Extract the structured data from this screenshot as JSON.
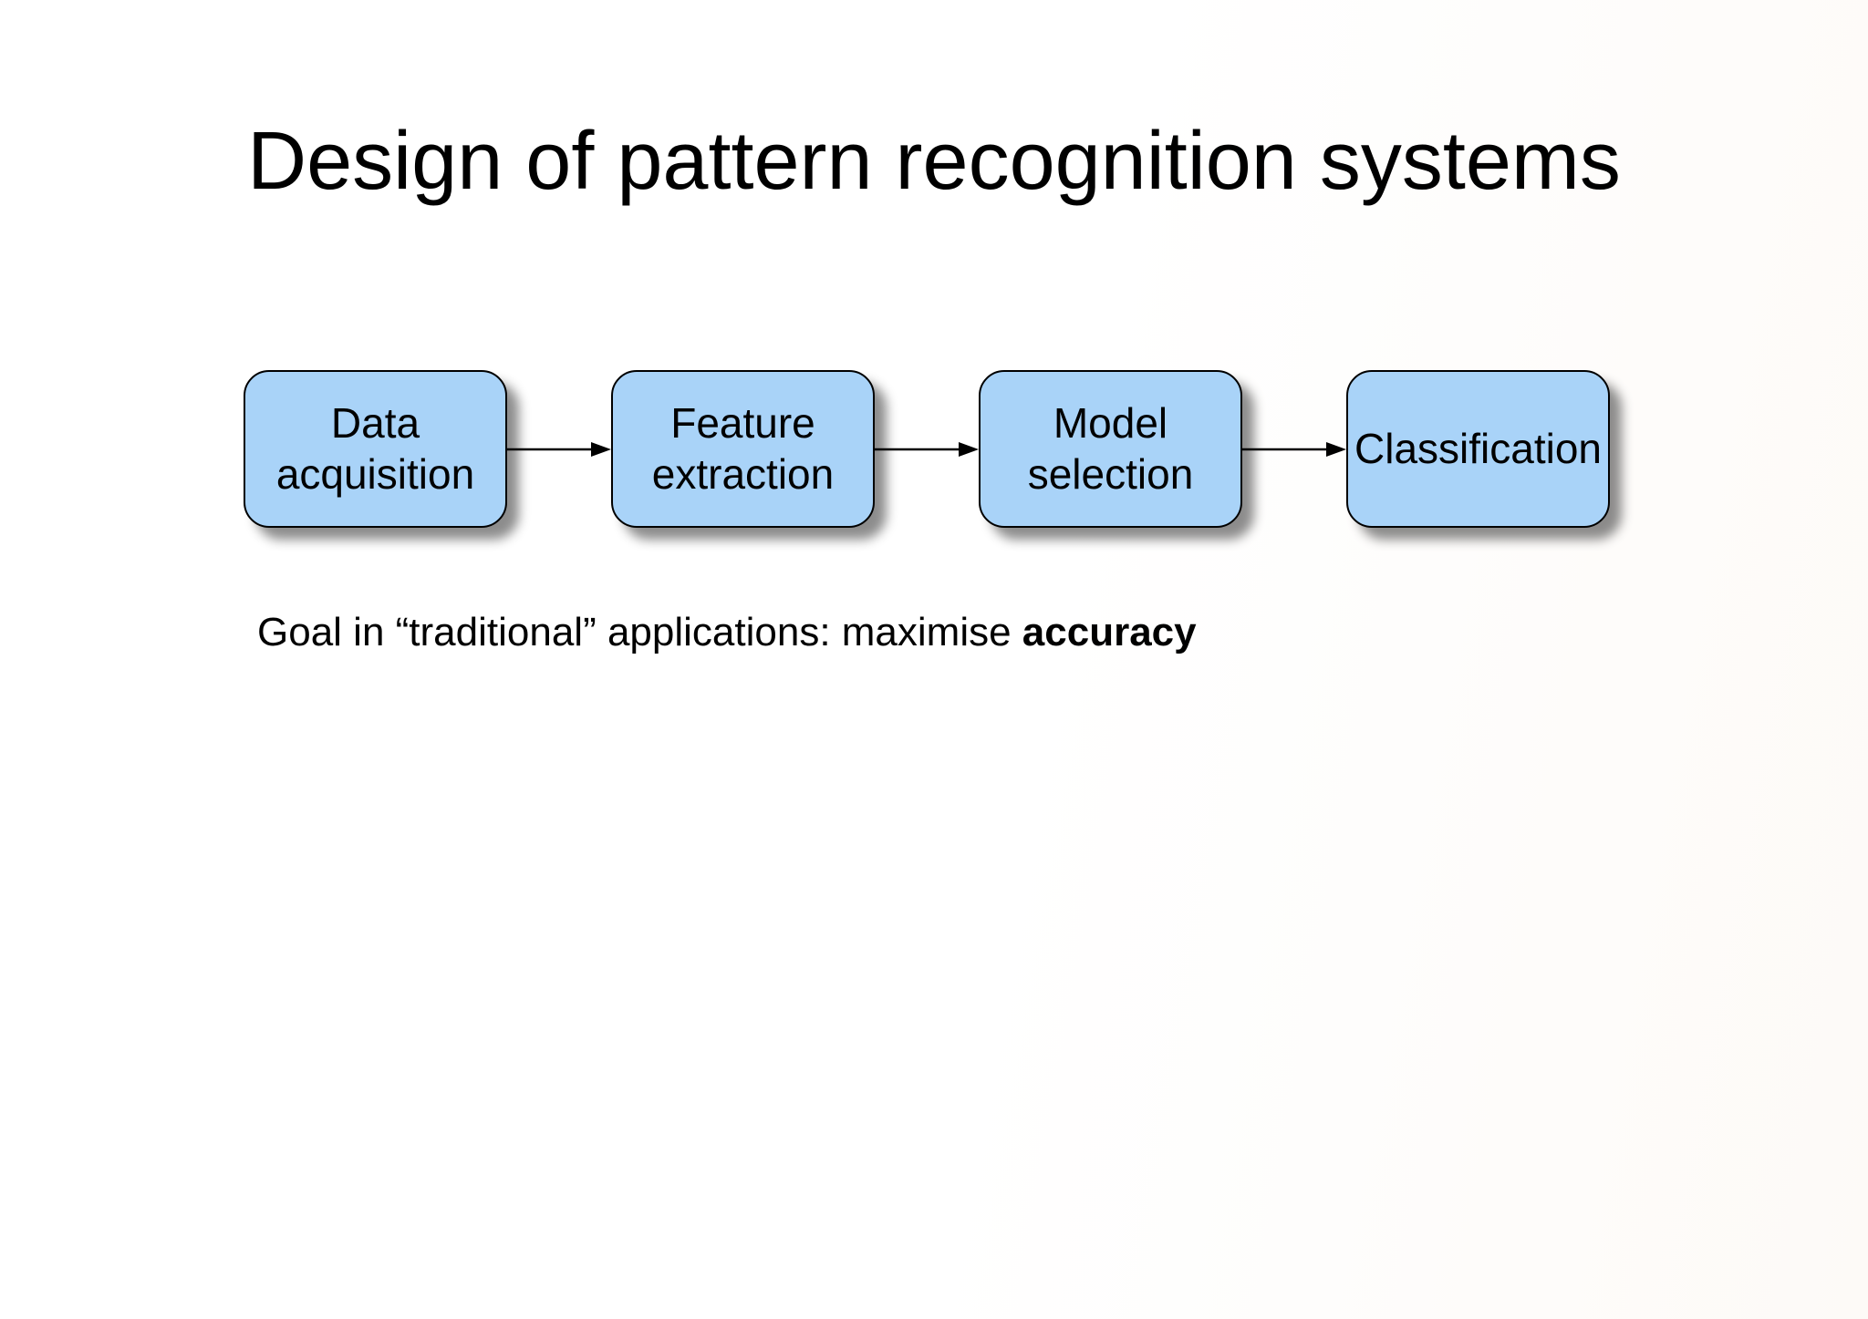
{
  "slide": {
    "title": "Design of pattern recognition systems",
    "flow_diagram": {
      "boxes": [
        {
          "id": "data-acquisition",
          "label": "Data acquisition"
        },
        {
          "id": "feature-extraction",
          "label": "Feature extraction"
        },
        {
          "id": "model-selection",
          "label": "Model selection"
        },
        {
          "id": "classification",
          "label": "Classification"
        }
      ],
      "connections": [
        {
          "from": "Data acquisition",
          "to": "Feature extraction"
        },
        {
          "from": "Feature extraction",
          "to": "Model selection"
        },
        {
          "from": "Model selection",
          "to": "Classification"
        }
      ]
    },
    "goal": {
      "prefix": "Goal in “traditional” applications: maximise ",
      "bold_term": "accuracy"
    },
    "colors": {
      "background": "#ffffff",
      "box_fill": "#a9d3f8",
      "box_border": "#000000",
      "arrow": "#000000",
      "text": "#000000"
    }
  }
}
